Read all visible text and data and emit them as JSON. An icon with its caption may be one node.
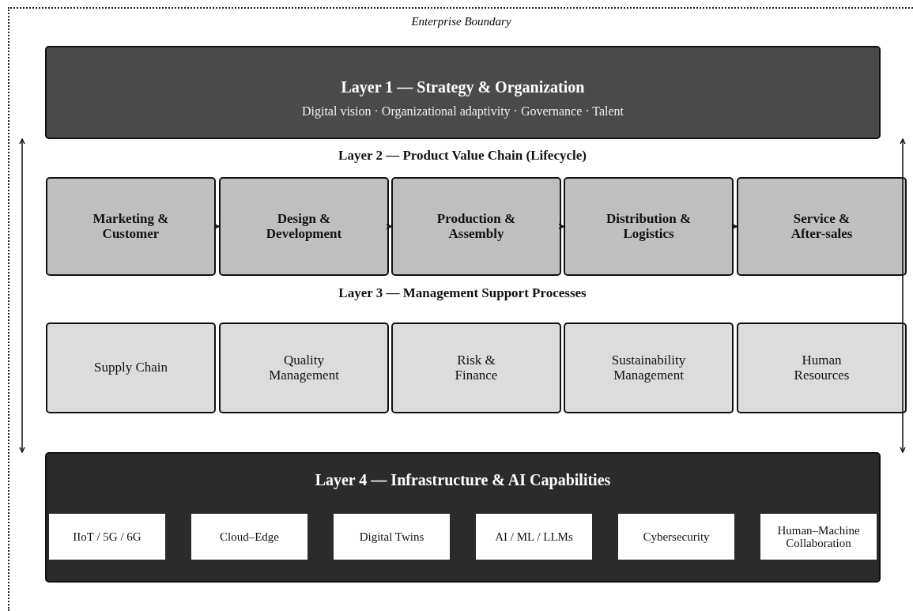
{
  "diagram": {
    "nodes": [
      {
        "text": [
          "Enterprise Boundary"
        ]
      },
      {
        "text": [
          "Layer 1 — Strategy & Organization",
          "Digital vision · Organizational adaptivity · Governance · Talent"
        ],
        "in": 0
      },
      {
        "text": [
          "Marketing & Customer"
        ],
        "in": 0
      },
      {
        "text": [
          "Design & Development"
        ],
        "in": 0
      },
      {
        "text": [
          "Production & Assembly"
        ],
        "in": 0
      },
      {
        "text": [
          "Distribution & Logistics"
        ],
        "in": 0
      },
      {
        "text": [
          "Service & After-sales"
        ],
        "in": 0
      },
      {
        "text": [
          "Supply Chain"
        ],
        "in": 0
      },
      {
        "text": [
          "Quality Management"
        ],
        "in": 0
      },
      {
        "text": [
          "Risk & Finance"
        ],
        "in": 0
      },
      {
        "text": [
          "Sustainability Management"
        ],
        "in": 0
      },
      {
        "text": [
          "Human Resources"
        ],
        "in": 0
      },
      {
        "text": [
          "Layer 4 — Infrastructure & AI Capabilities"
        ],
        "in": 0
      },
      {
        "text": [
          "IIoT / 5G / 6G"
        ],
        "in": 12
      },
      {
        "text": [
          "Cloud–Edge"
        ],
        "in": 12
      },
      {
        "text": [
          "Digital Twins"
        ],
        "in": 12
      },
      {
        "text": [
          "AI / ML / LLMs"
        ],
        "in": 12
      },
      {
        "text": [
          "Cybersecurity"
        ],
        "in": 12
      },
      {
        "text": [
          "Human–Machine Collaboration"
        ],
        "in": 12
      }
    ],
    "edges": [
      {
        "from": 2,
        "to": 3,
        "arrow": "to"
      },
      {
        "from": 3,
        "to": 4,
        "arrow": "to"
      },
      {
        "from": 4,
        "to": 5,
        "arrow": "to"
      },
      {
        "from": 5,
        "to": 6,
        "arrow": "to"
      }
    ],
    "labels": [
      "Layer 2 — Product Value Chain (Lifecycle)",
      "Layer 3 — Management Support Processes"
    ]
  }
}
